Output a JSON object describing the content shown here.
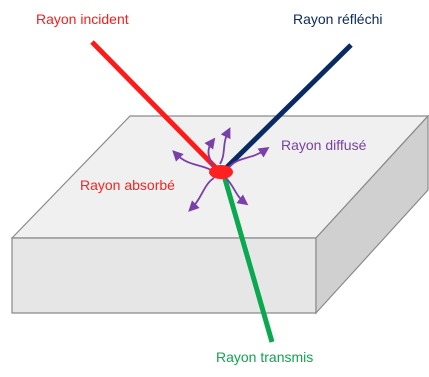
{
  "labels": {
    "incident": "Rayon incident",
    "reflected": "Rayon réfléchi",
    "diffused": "Rayon diffusé",
    "absorbed": "Rayon absorbé",
    "transmitted": "Rayon transmis"
  },
  "colors": {
    "incident": "#ff1a1a",
    "reflected": "#0a2a63",
    "diffused": "#7a3fa8",
    "absorbed": "#ff2020",
    "transmitted": "#0aa84f",
    "block_top": "#f0f0f0",
    "block_front": "#e6e6e6",
    "block_side": "#d0d0d0",
    "block_edge": "#8a8a8a"
  }
}
